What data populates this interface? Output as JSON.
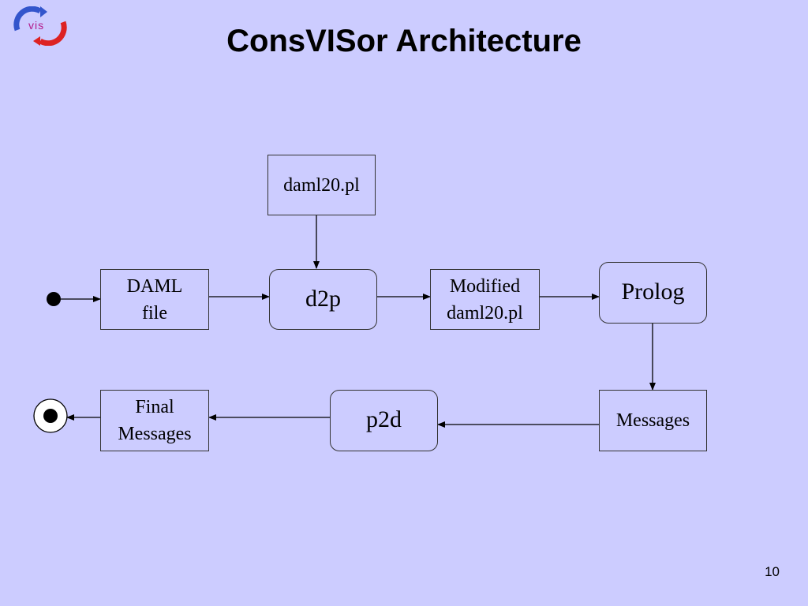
{
  "slide": {
    "title": "ConsVISor Architecture",
    "page_number": "10",
    "logo_text": "vis"
  },
  "nodes": {
    "daml20_pl": "daml20.pl",
    "daml_file": "DAML\nfile",
    "d2p": "d2p",
    "modified_daml20_pl": "Modified\ndaml20.pl",
    "prolog": "Prolog",
    "messages": "Messages",
    "p2d": "p2d",
    "final_messages": "Final\nMessages"
  },
  "colors": {
    "background": "#ccccff",
    "logo_blue": "#3355cc",
    "logo_red": "#dd2222",
    "logo_text": "#b31a8a"
  }
}
